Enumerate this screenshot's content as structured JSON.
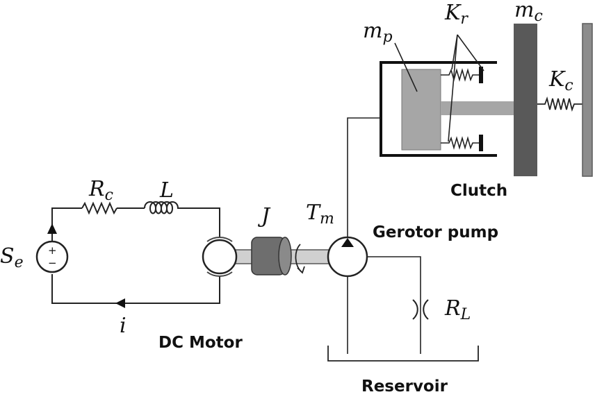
{
  "labels": {
    "se_base": "S",
    "se_sub": "e",
    "rc_base": "R",
    "rc_sub": "c",
    "l": "L",
    "j": "J",
    "tm_base": "T",
    "tm_sub": "m",
    "i": "i",
    "rl_base": "R",
    "rl_sub": "L",
    "mp_base": "m",
    "mp_sub": "p",
    "kr_base": "K",
    "kr_sub": "r",
    "mc_base": "m",
    "mc_sub": "c",
    "kc_base": "K",
    "kc_sub": "c",
    "plus": "+",
    "minus": "−"
  },
  "text": {
    "dc_motor": "DC Motor",
    "gerotor_pump": "Gerotor pump",
    "clutch": "Clutch",
    "reservoir": "Reservoir"
  },
  "colors": {
    "line": "#222222",
    "shaft": "#d0d0d0",
    "inertia": "#6e6e6e",
    "piston": "#a6a6a6",
    "clutch_plate": "#595959",
    "clutch_frame": "#8c8c8c"
  }
}
